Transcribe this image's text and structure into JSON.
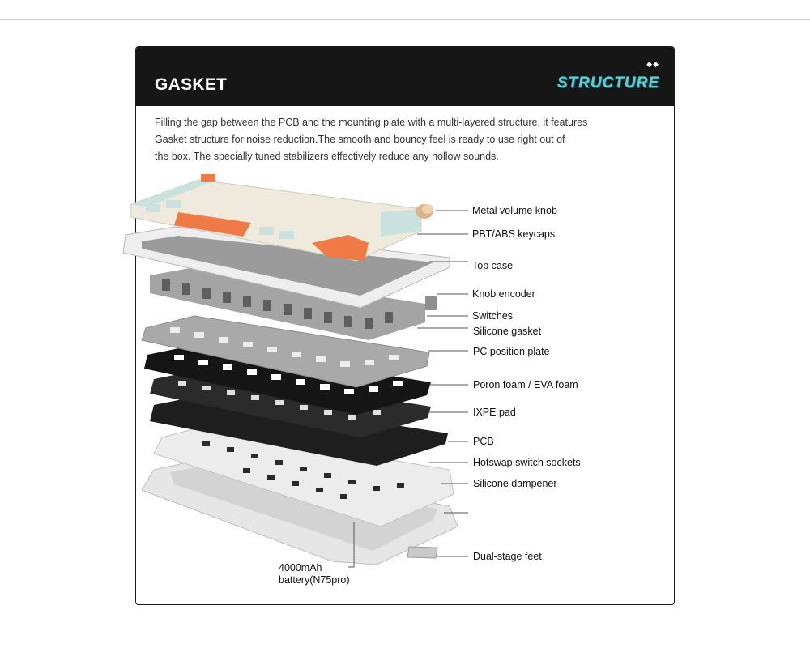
{
  "card": {
    "title": "GASKET",
    "brand_word": "STRUCTURE",
    "dots": "◆◆",
    "description_lines": [
      "Filling the gap between the PCB and the mounting plate with a multi-layered structure, it features",
      "Gasket structure for noise reduction.The smooth and bouncy feel is ready to use right out of",
      "the box. The specially tuned stabilizers effectively reduce any hollow sounds."
    ]
  },
  "labels": {
    "knob": "Metal volume knob",
    "keycaps": "PBT/ABS keycaps",
    "top_case": "Top case",
    "encoder": "Knob encoder",
    "switches": "Switches",
    "gasket": "Silicone gasket",
    "plate": "PC position plate",
    "foam": "Poron foam / EVA foam",
    "ixpe": "IXPE pad",
    "pcb": "PCB",
    "sockets": "Hotswap switch sockets",
    "dampener": "Silicone dampener",
    "feet": "Dual-stage feet",
    "battery_line1": "4000mAh",
    "battery_line2": "battery(N75pro)"
  },
  "colors": {
    "header_bg": "#161616",
    "accent_orange": "#f07a45",
    "keycap_cream": "#efeadb",
    "keycap_mint": "#c9e2e0"
  }
}
